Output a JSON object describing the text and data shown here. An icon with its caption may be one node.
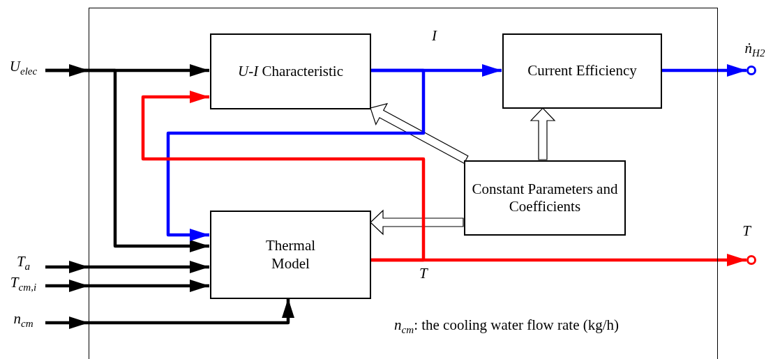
{
  "diagram": {
    "nodes": [
      {
        "text": [],
        "shape": "box"
      },
      {
        "text": [
          "*U-I* Characteristic"
        ],
        "in": 0
      },
      {
        "text": [
          "Current Efficiency"
        ],
        "in": 0
      },
      {
        "text": [
          "Constant Parameters and Coefficients"
        ],
        "in": 0
      },
      {
        "text": [
          "Thermal Model"
        ],
        "in": 0
      },
      {
        "text": [
          "U$_{elec}$"
        ]
      },
      {
        "text": [
          "T$_{a}$"
        ]
      },
      {
        "text": [
          "T$_{cm,i}$"
        ]
      },
      {
        "text": [
          "n$_{cm}$"
        ]
      },
      {
        "text": [],
        "shape": "circle",
        "beside": [
          "ṅ$_{H2}$"
        ]
      },
      {
        "text": [],
        "shape": "circle",
        "beside": [
          "T"
        ]
      }
    ],
    "edges": [
      {
        "from": 5,
        "to": 1,
        "arrow": "to"
      },
      {
        "from": 5,
        "to": 4,
        "arrow": "to"
      },
      {
        "from": 6,
        "to": 4,
        "arrow": "to"
      },
      {
        "from": 7,
        "to": 4,
        "arrow": "to"
      },
      {
        "from": 8,
        "to": 4,
        "arrow": "to"
      },
      {
        "from": 1,
        "to": 2,
        "arrow": "to",
        "label": "I",
        "color": "#0000ff"
      },
      {
        "from": 1,
        "to": 4,
        "arrow": "to",
        "color": "#0000ff"
      },
      {
        "from": 2,
        "to": 9,
        "arrow": "to",
        "color": "#0000ff"
      },
      {
        "from": 4,
        "to": 10,
        "arrow": "to",
        "label": "T",
        "color": "#ff0000"
      },
      {
        "from": 4,
        "to": 1,
        "arrow": "to",
        "color": "#ff0000"
      },
      {
        "from": 3,
        "to": 1,
        "arrow": "to",
        "style": "thick"
      },
      {
        "from": 3,
        "to": 2,
        "arrow": "to",
        "style": "thick"
      },
      {
        "from": 3,
        "to": 4,
        "arrow": "to",
        "style": "thick"
      }
    ],
    "labels": [
      "*n*$_{cm}$: the cooling water flow rate (kg/h)"
    ]
  }
}
